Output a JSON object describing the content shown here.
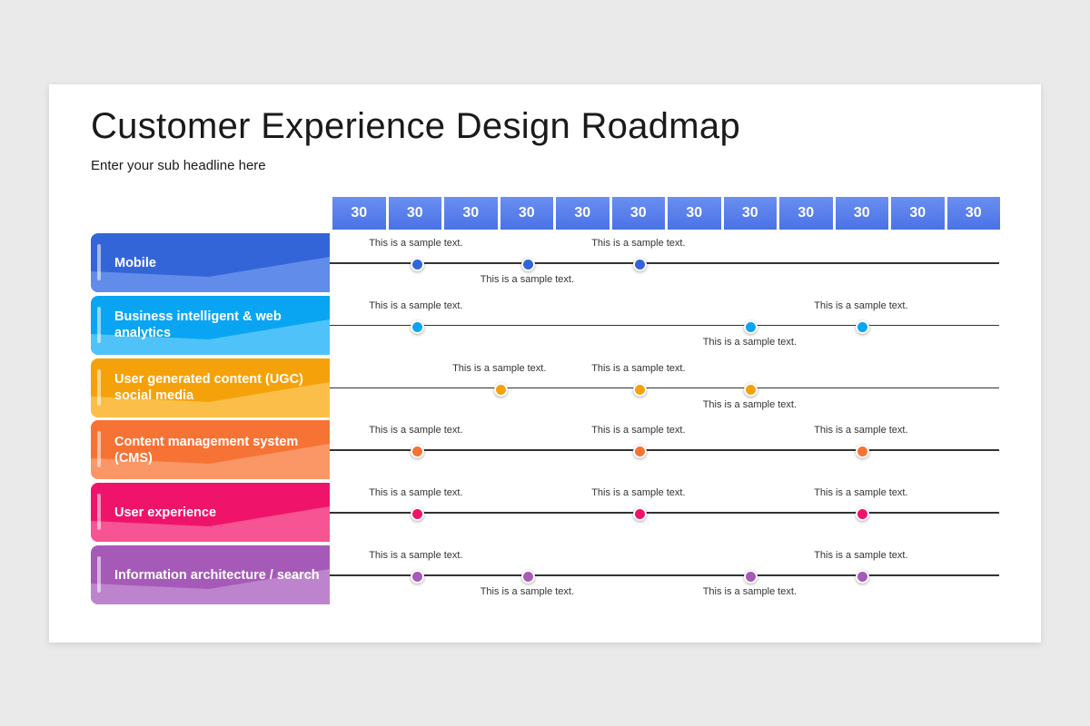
{
  "title": "Customer Experience Design Roadmap",
  "subtitle": "Enter your sub headline here",
  "columns": [
    "30",
    "30",
    "30",
    "30",
    "30",
    "30",
    "30",
    "30",
    "30",
    "30",
    "30",
    "30"
  ],
  "rows": [
    {
      "label": "Mobile",
      "color": "#3465d8",
      "light": "#6a93ec",
      "points": [
        {
          "col": 1,
          "text": "This is a sample text.",
          "pos": "above"
        },
        {
          "col": 3,
          "text": "This is a sample text.",
          "pos": "below"
        },
        {
          "col": 5,
          "text": "This is a sample text.",
          "pos": "above"
        }
      ]
    },
    {
      "label": "Business intelligent & web analytics",
      "color": "#0aa5f2",
      "light": "#5cc8fa",
      "points": [
        {
          "col": 1,
          "text": "This is a sample text.",
          "pos": "above"
        },
        {
          "col": 7,
          "text": "This is a sample text.",
          "pos": "below"
        },
        {
          "col": 9,
          "text": "This is a sample text.",
          "pos": "above"
        }
      ]
    },
    {
      "label": "User generated content (UGC) social media",
      "color": "#f5a20a",
      "light": "#fbc455",
      "points": [
        {
          "col": 2.5,
          "text": "This is a sample text.",
          "pos": "above"
        },
        {
          "col": 5,
          "text": "This is a sample text.",
          "pos": "above"
        },
        {
          "col": 7,
          "text": "This is a sample text.",
          "pos": "below"
        }
      ]
    },
    {
      "label": "Content management system (CMS)",
      "color": "#f77335",
      "light": "#fb9c6e",
      "points": [
        {
          "col": 1,
          "text": "This is a sample text.",
          "pos": "above"
        },
        {
          "col": 5,
          "text": "This is a sample text.",
          "pos": "above"
        },
        {
          "col": 9,
          "text": "This is a sample text.",
          "pos": "above"
        }
      ]
    },
    {
      "label": "User experience",
      "color": "#f0136a",
      "light": "#f8609a",
      "points": [
        {
          "col": 1,
          "text": "This is a sample text.",
          "pos": "above"
        },
        {
          "col": 5,
          "text": "This is a sample text.",
          "pos": "above"
        },
        {
          "col": 9,
          "text": "This is a sample text.",
          "pos": "above"
        }
      ]
    },
    {
      "label": "Information architecture / search",
      "color": "#a65ab8",
      "light": "#c18bd0",
      "points": [
        {
          "col": 1,
          "text": "This is a sample text.",
          "pos": "above"
        },
        {
          "col": 3,
          "text": "This is a sample text.",
          "pos": "below"
        },
        {
          "col": 7,
          "text": "This is a sample text.",
          "pos": "below"
        },
        {
          "col": 9,
          "text": "This is a sample text.",
          "pos": "above"
        }
      ]
    }
  ]
}
